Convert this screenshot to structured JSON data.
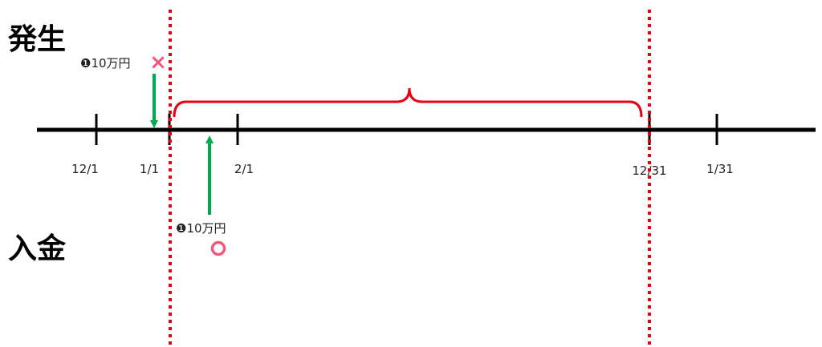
{
  "labels": {
    "occurrence": "発生",
    "receipt": "入金"
  },
  "timeline": {
    "ticks": [
      "12/1",
      "1/1",
      "2/1",
      "12/31",
      "1/31"
    ]
  },
  "events": {
    "occurrence": {
      "marker": "❶",
      "amount": "10万円",
      "judgement": "×",
      "icon": "cross-mark-icon"
    },
    "receipt": {
      "marker": "❶",
      "amount": "10万円",
      "judgement": "○",
      "icon": "circle-mark-icon"
    }
  },
  "colors": {
    "axis": "#000000",
    "period_boundary": "#e60012",
    "brace": "#e60012",
    "arrow": "#00a84f",
    "cross_mark": "#ee5a7a",
    "circle_mark": "#ee5a7a"
  }
}
